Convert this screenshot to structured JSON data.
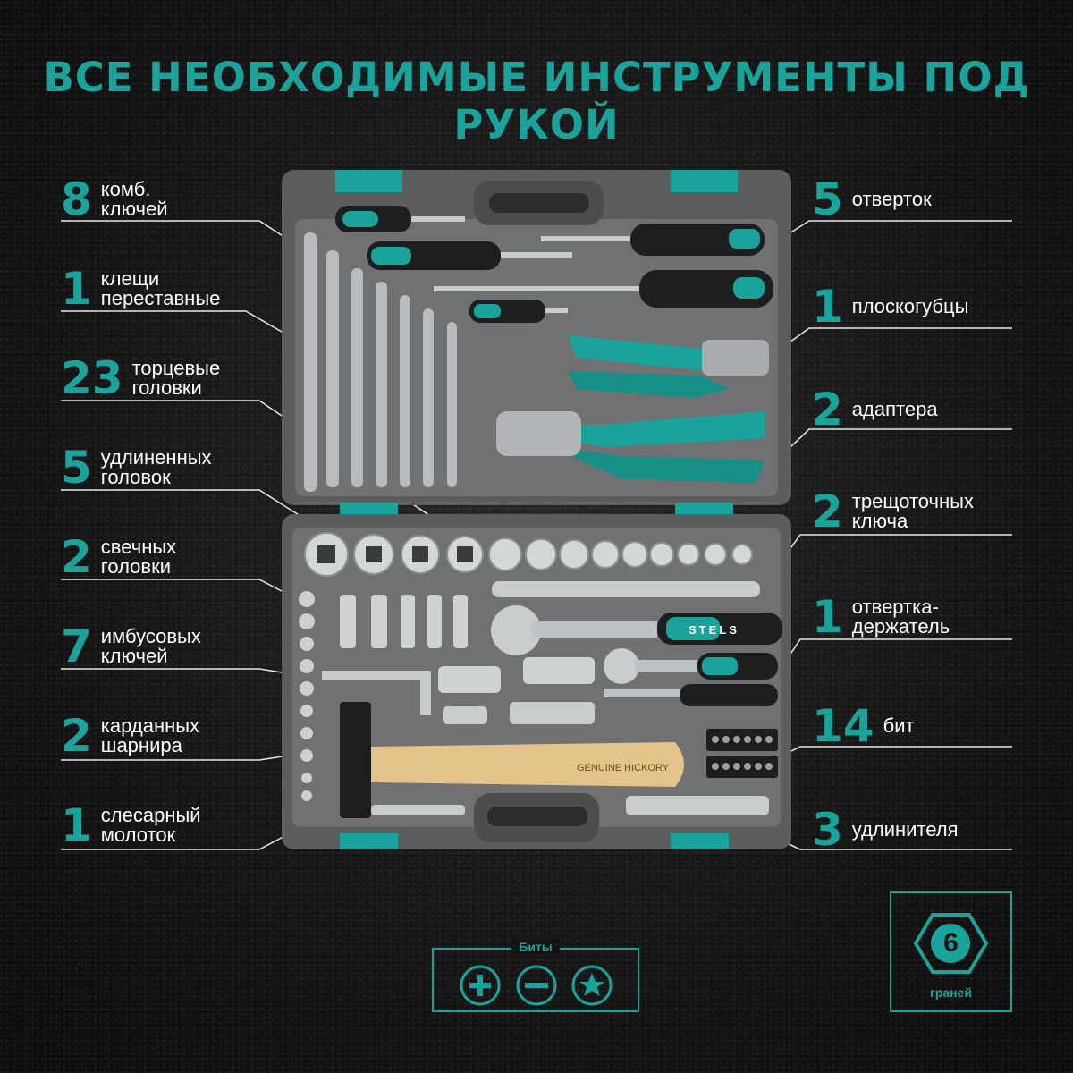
{
  "title": "ВСЕ НЕОБХОДИМЫЕ ИНСТРУМЕНТЫ ПОД РУКОЙ",
  "accent_color": "#1aa39a",
  "left_labels": [
    {
      "count": "8",
      "text": "комб.\nключей"
    },
    {
      "count": "1",
      "text": "клещи\nпереставные"
    },
    {
      "count": "23",
      "text": "торцевые\nголовки"
    },
    {
      "count": "5",
      "text": "удлиненных\nголовок"
    },
    {
      "count": "2",
      "text": "свечных\nголовки"
    },
    {
      "count": "7",
      "text": "имбусовых\nключей"
    },
    {
      "count": "2",
      "text": "карданных\nшарнира"
    },
    {
      "count": "1",
      "text": "слесарный\nмолоток"
    }
  ],
  "right_labels": [
    {
      "count": "5",
      "text": "отверток"
    },
    {
      "count": "1",
      "text": "плоскогубцы"
    },
    {
      "count": "2",
      "text": "адаптера"
    },
    {
      "count": "2",
      "text": "трещоточных\nключа"
    },
    {
      "count": "1",
      "text": "отвертка-\nдержатель"
    },
    {
      "count": "14",
      "text": "бит"
    },
    {
      "count": "3",
      "text": "удлинителя"
    }
  ],
  "brand": "STELS",
  "hammer_text": "GENUINE HICKORY",
  "hex_badge": {
    "number": "6",
    "caption": "граней"
  },
  "bits_legend": {
    "title": "Биты",
    "icons": [
      "phillips-icon",
      "slotted-icon",
      "torx-icon"
    ]
  }
}
